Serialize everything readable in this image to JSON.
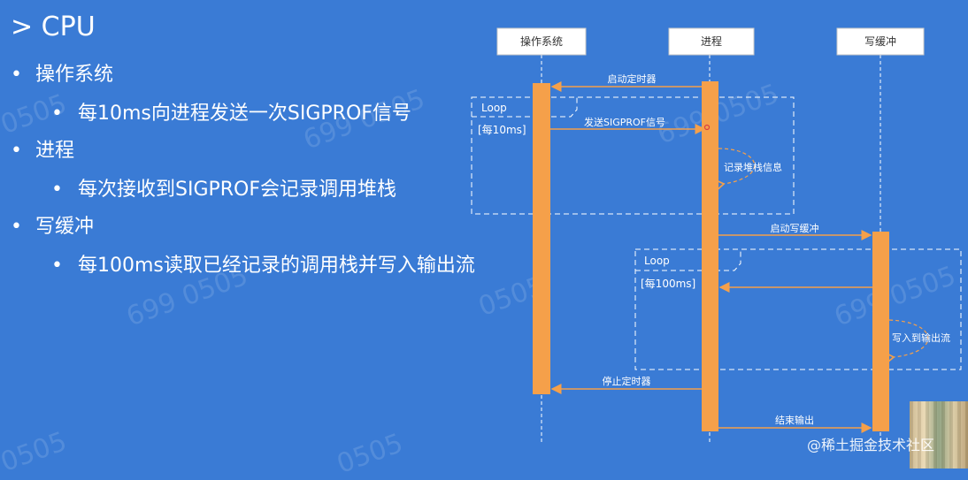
{
  "slide": {
    "title": "> CPU",
    "bullet_glyph": "•",
    "bullets": [
      {
        "text": "操作系统",
        "sub": [
          "每10ms向进程发送一次SIGPROF信号"
        ]
      },
      {
        "text": "进程",
        "sub": [
          "每次接收到SIGPROF会记录调用堆栈"
        ]
      },
      {
        "text": "写缓冲",
        "sub": [
          "每100ms读取已经记录的调用栈并写入输出流"
        ]
      }
    ],
    "watermark": [
      "0505",
      "699 0505",
      "699 0505",
      "699 0505",
      "0505",
      "699 0505",
      "699 0505",
      "0505",
      "0505"
    ],
    "credit": "@稀土掘金技术社区"
  },
  "diagram": {
    "participants": [
      "操作系统",
      "进程",
      "写缓冲"
    ],
    "messages": {
      "start_timer": "启动定时器",
      "send_sigprof": "发送SIGPROF信号",
      "record_stack": "记录堆栈信息",
      "start_buffer": "启动写缓冲",
      "write_output": "写入到输出流",
      "stop_timer": "停止定时器",
      "end_output": "结束输出"
    },
    "loops": [
      {
        "label": "Loop",
        "guard": "[每10ms]"
      },
      {
        "label": "Loop",
        "guard": "[每100ms]"
      }
    ],
    "colors": {
      "background": "#3a7bd5",
      "activation": "#f5a04a",
      "arrow": "#f5a04a",
      "dashed_line": "#ffffff",
      "participant_box": "#ffffff"
    }
  }
}
